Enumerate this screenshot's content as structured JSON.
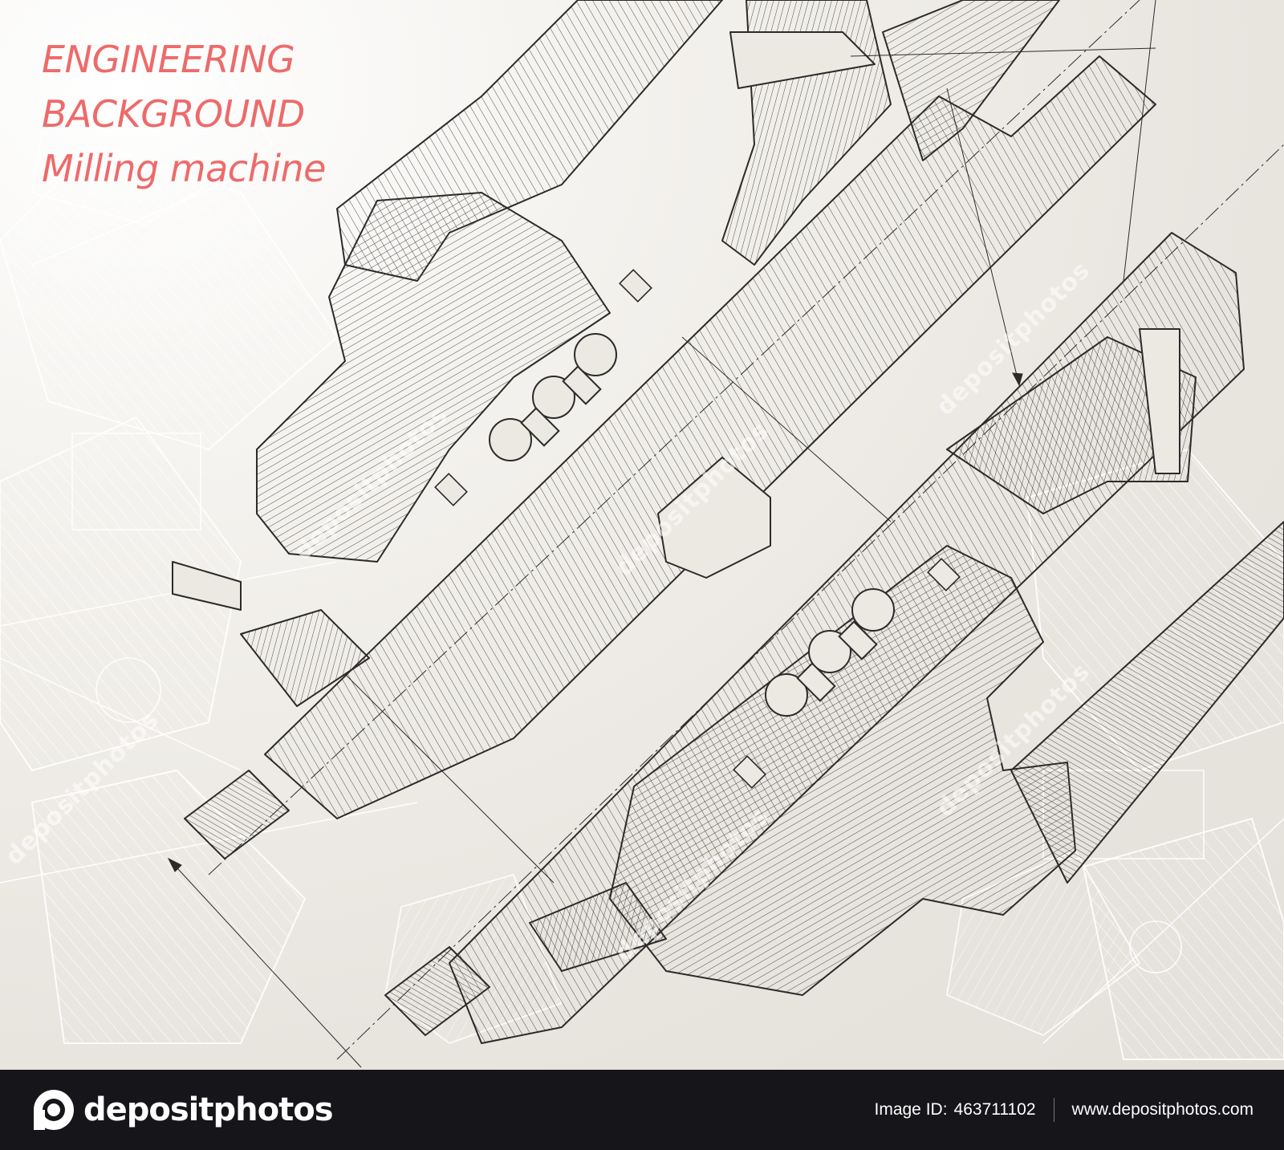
{
  "headline": {
    "line1": "ENGINEERING",
    "line2": "BACKGROUND",
    "line3": "Milling machine"
  },
  "watermarks": [
    "depositphotos",
    "depositphotos",
    "depositphotos",
    "depositphotos",
    "depositphotos",
    "depositphotos"
  ],
  "footer": {
    "brand": "depositphotos",
    "image_id_label": "Image ID:",
    "image_id": "463711102",
    "website": "www.depositphotos.com"
  },
  "colors": {
    "headline": "#ee6a6a",
    "ink": "#2b2b2b",
    "paper": "#e9e6e1",
    "footer": "#16161a"
  }
}
